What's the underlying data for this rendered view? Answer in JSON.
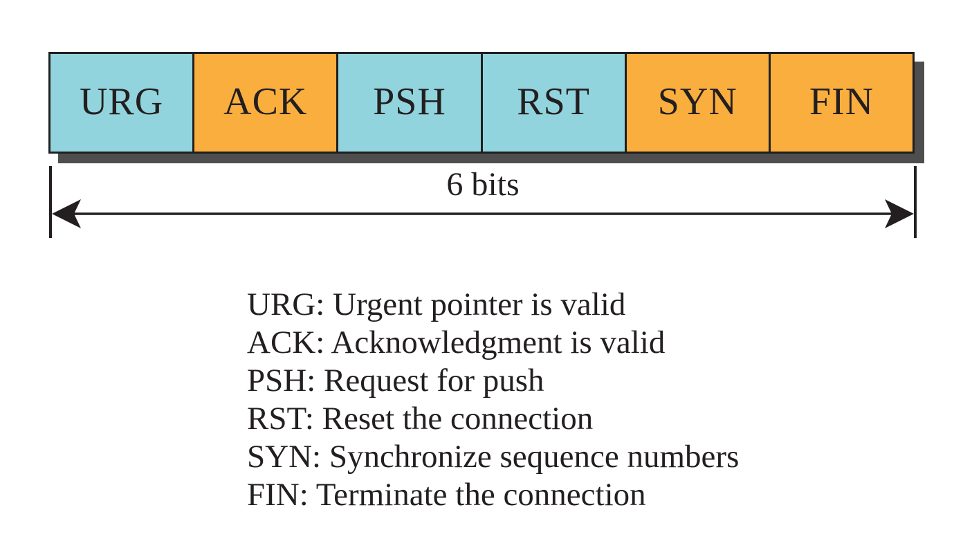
{
  "flags_row": {
    "cells": [
      {
        "label": "URG",
        "color": "#92d4dd"
      },
      {
        "label": "ACK",
        "color": "#faae3e"
      },
      {
        "label": "PSH",
        "color": "#92d4dd"
      },
      {
        "label": "RST",
        "color": "#92d4dd"
      },
      {
        "label": "SYN",
        "color": "#faae3e"
      },
      {
        "label": "FIN",
        "color": "#faae3e"
      }
    ],
    "border_color": "#1f1f1f",
    "shadow_color": "#4e4e4e",
    "blue_color": "#92d4dd",
    "orange_color": "#faae3e"
  },
  "dimension": {
    "label": "6 bits"
  },
  "legend": {
    "items": [
      "URG: Urgent pointer is valid",
      "ACK: Acknowledgment is valid",
      "PSH: Request for push",
      "RST: Reset the connection",
      "SYN: Synchronize sequence numbers",
      "FIN: Terminate the connection"
    ]
  }
}
